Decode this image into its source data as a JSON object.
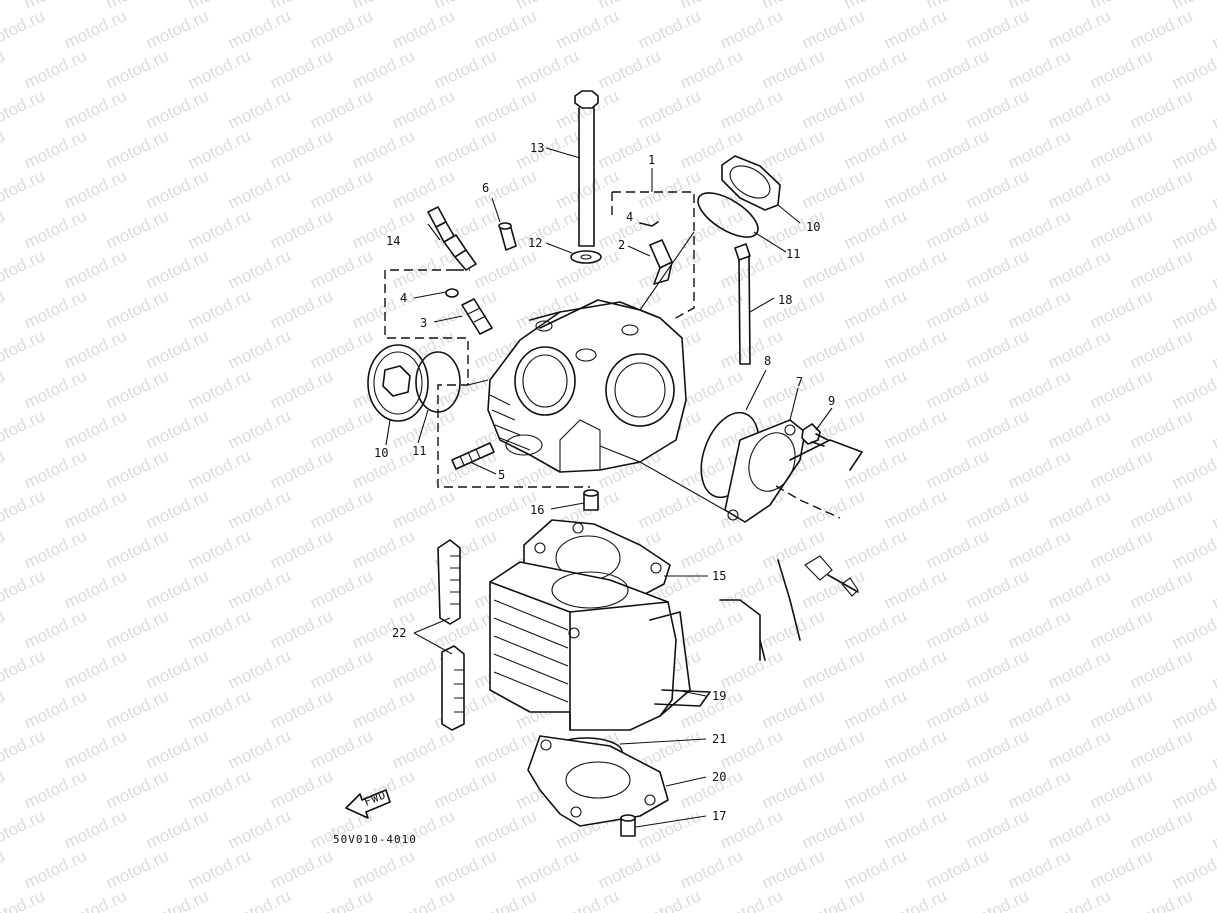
{
  "watermark": "motod.ru",
  "diagram_code": "50V010-4010",
  "fwd_arrow_text": "FWD",
  "part_labels": [
    {
      "id": "p13",
      "text": "13"
    },
    {
      "id": "p1",
      "text": "1"
    },
    {
      "id": "p6",
      "text": "6"
    },
    {
      "id": "p4a",
      "text": "4"
    },
    {
      "id": "p14",
      "text": "14"
    },
    {
      "id": "p12",
      "text": "12"
    },
    {
      "id": "p2",
      "text": "2"
    },
    {
      "id": "p10a",
      "text": "10"
    },
    {
      "id": "p11a",
      "text": "11"
    },
    {
      "id": "p4b",
      "text": "4"
    },
    {
      "id": "p3",
      "text": "3"
    },
    {
      "id": "p18",
      "text": "18"
    },
    {
      "id": "p8",
      "text": "8"
    },
    {
      "id": "p7",
      "text": "7"
    },
    {
      "id": "p9",
      "text": "9"
    },
    {
      "id": "p10b",
      "text": "10"
    },
    {
      "id": "p11b",
      "text": "11"
    },
    {
      "id": "p5",
      "text": "5"
    },
    {
      "id": "p16",
      "text": "16"
    },
    {
      "id": "p15",
      "text": "15"
    },
    {
      "id": "p22",
      "text": "22"
    },
    {
      "id": "p19",
      "text": "19"
    },
    {
      "id": "p21",
      "text": "21"
    },
    {
      "id": "p20",
      "text": "20"
    },
    {
      "id": "p17",
      "text": "17"
    }
  ]
}
